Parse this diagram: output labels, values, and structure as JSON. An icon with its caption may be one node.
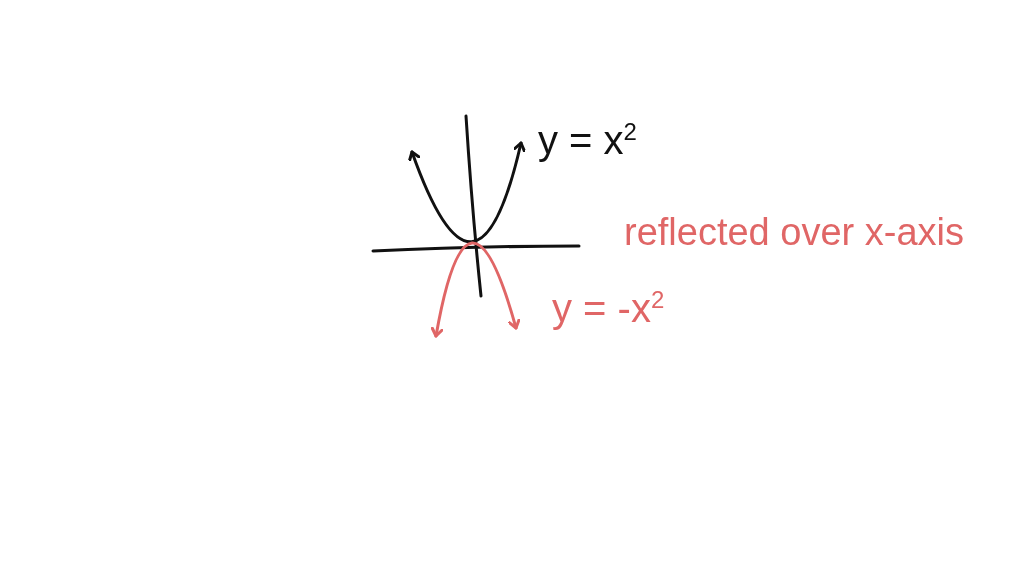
{
  "diagram": {
    "labels": [
      "y = x$^{2}$",
      "reflected over x-axis",
      "y = -x$^{2}$"
    ]
  }
}
